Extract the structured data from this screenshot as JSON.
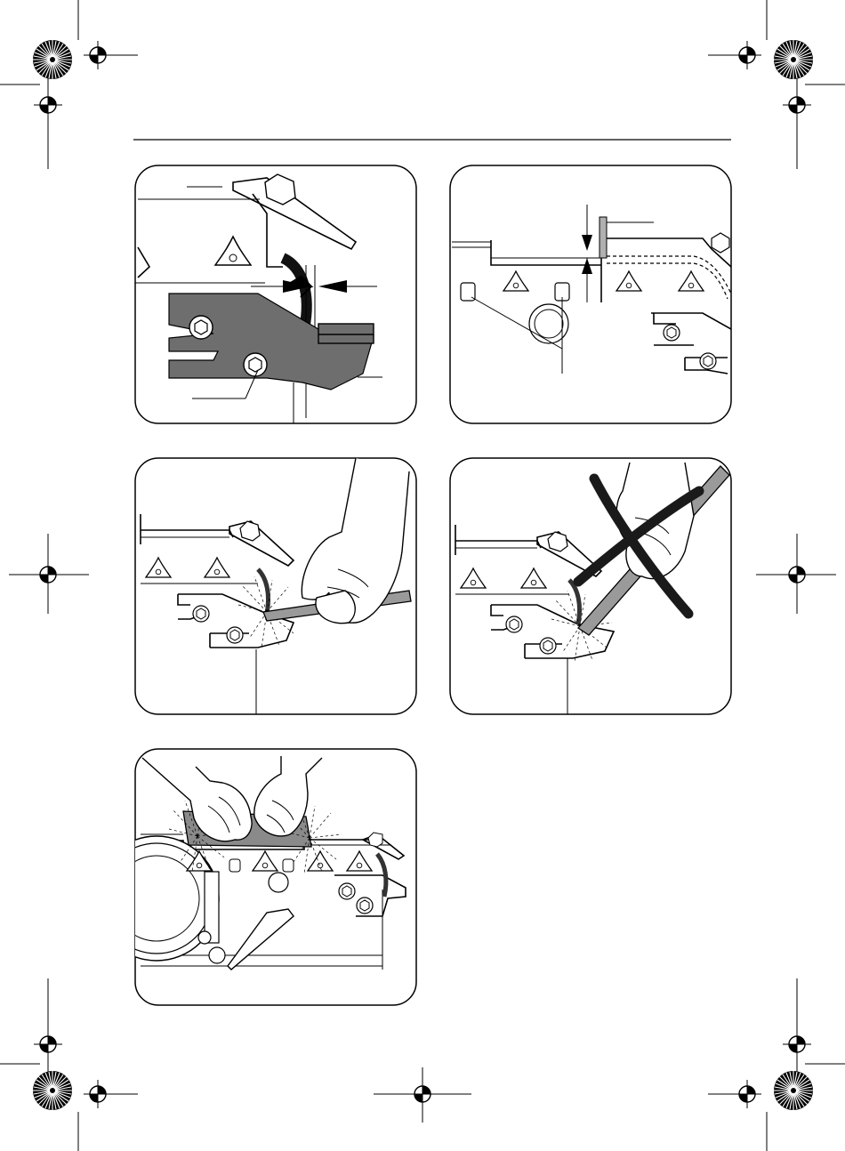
{
  "page": {
    "title": "",
    "header_rule": true
  },
  "figures": [
    {
      "id": "fig-1",
      "description_hidden": true
    },
    {
      "id": "fig-2",
      "description_hidden": true
    },
    {
      "id": "fig-3",
      "description_hidden": true
    },
    {
      "id": "fig-4",
      "description_hidden": true,
      "marked_wrong": true
    },
    {
      "id": "fig-5",
      "description_hidden": true
    }
  ],
  "icons": {
    "registration_mark": "registration-crosshair-icon",
    "color_target": "radial-target-icon"
  },
  "colors": {
    "ink": "#000000",
    "paper": "#ffffff",
    "part_grey": "#6e6e6e"
  }
}
